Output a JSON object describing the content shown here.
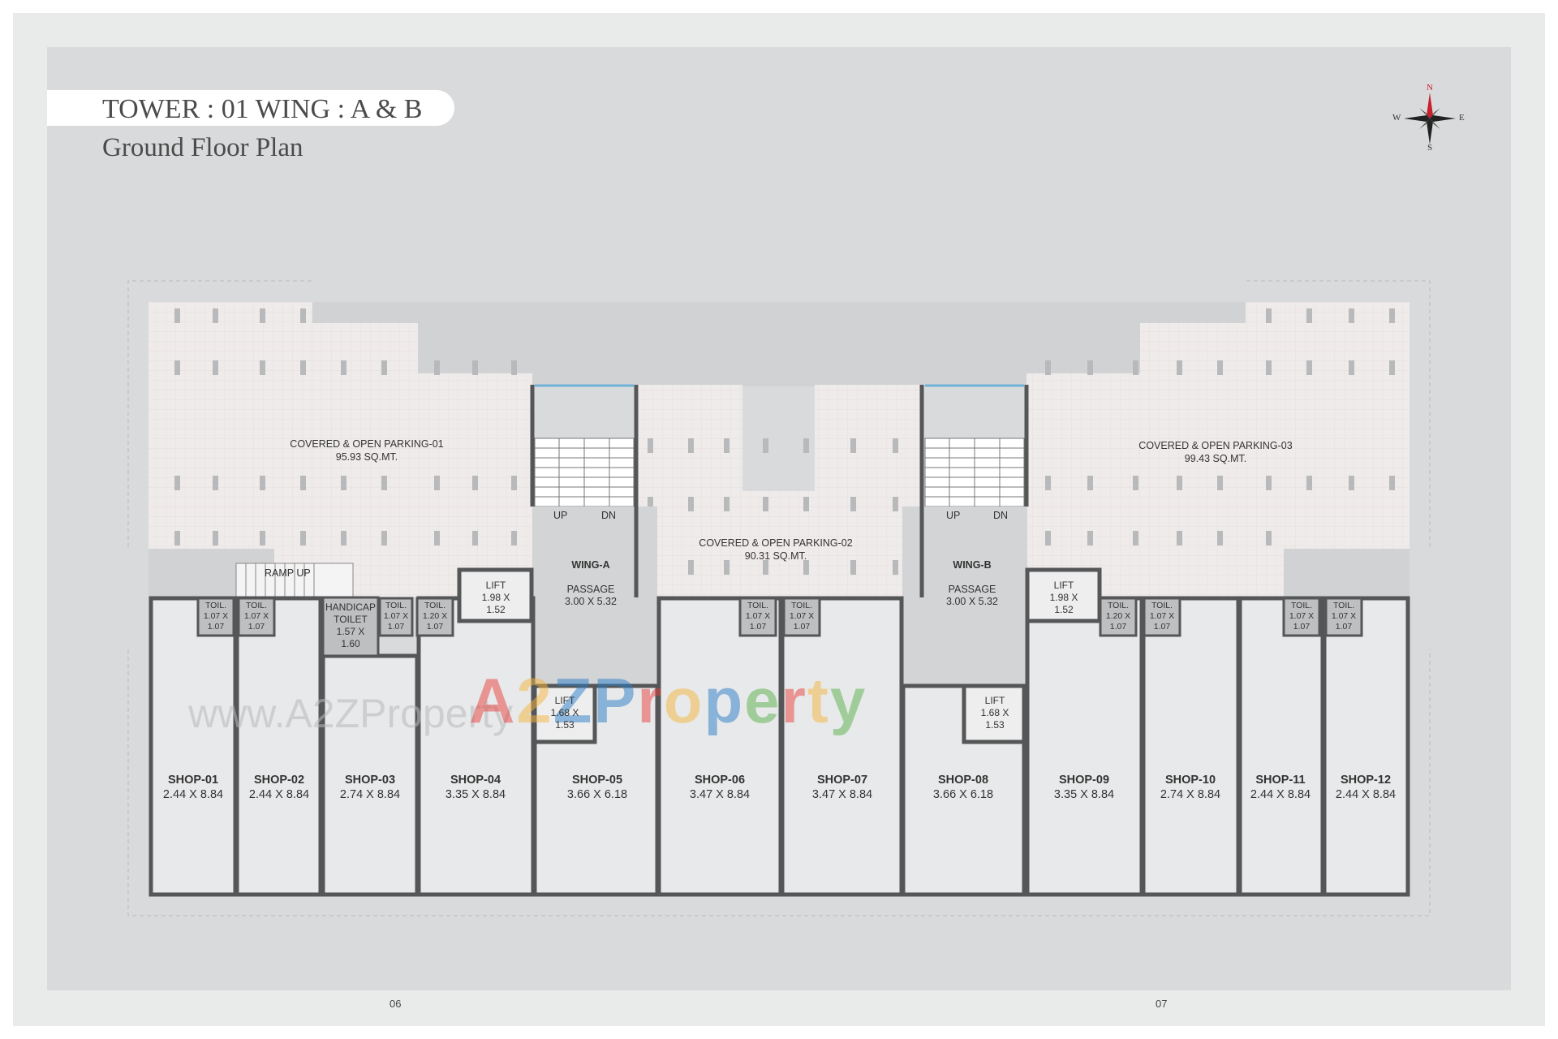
{
  "header": {
    "title": "TOWER : 01 WING : A & B",
    "subtitle": "Ground Floor Plan"
  },
  "compass": {
    "icon": "compass-rose-icon",
    "north": "N",
    "south": "S",
    "east": "E",
    "west": "W",
    "north_color": "#c8202f"
  },
  "parking": [
    {
      "name": "COVERED & OPEN PARKING-01",
      "area": "95.93 SQ.MT."
    },
    {
      "name": "COVERED & OPEN PARKING-02",
      "area": "90.31 SQ.MT."
    },
    {
      "name": "COVERED & OPEN PARKING-03",
      "area": "99.43 SQ.MT."
    }
  ],
  "wings": [
    {
      "name": "WING-A",
      "passage": "PASSAGE",
      "size": "3.00 X 5.32",
      "up": "UP",
      "down": "DN"
    },
    {
      "name": "WING-B",
      "passage": "PASSAGE",
      "size": "3.00 X 5.32",
      "up": "UP",
      "down": "DN"
    }
  ],
  "lifts": [
    {
      "label": "LIFT",
      "size_a": "1.98 X",
      "size_b": "1.52"
    },
    {
      "label": "LIFT",
      "size_a": "1.68 X",
      "size_b": "1.53"
    },
    {
      "label": "LIFT",
      "size_a": "1.98 X",
      "size_b": "1.52"
    },
    {
      "label": "LIFT",
      "size_a": "1.68 X",
      "size_b": "1.53"
    }
  ],
  "toilets": [
    {
      "label": "TOIL.",
      "a": "1.07 X",
      "b": "1.07"
    },
    {
      "label": "TOIL.",
      "a": "1.07 X",
      "b": "1.07"
    },
    {
      "label": "TOIL.",
      "a": "1.07 X",
      "b": "1.07"
    },
    {
      "label": "TOIL.",
      "a": "1.20 X",
      "b": "1.07"
    },
    {
      "label": "TOIL.",
      "a": "1.07 X",
      "b": "1.07"
    },
    {
      "label": "TOIL.",
      "a": "1.07 X",
      "b": "1.07"
    },
    {
      "label": "TOIL.",
      "a": "1.20 X",
      "b": "1.07"
    },
    {
      "label": "TOIL.",
      "a": "1.07 X",
      "b": "1.07"
    },
    {
      "label": "TOIL.",
      "a": "1.07 X",
      "b": "1.07"
    },
    {
      "label": "TOIL.",
      "a": "1.07 X",
      "b": "1.07"
    }
  ],
  "handicap_toilet": {
    "line1": "HANDICAP",
    "line2": "TOILET",
    "line3": "1.57 X",
    "line4": "1.60"
  },
  "ramp": "RAMP UP",
  "shops": [
    {
      "name": "SHOP-01",
      "size": "2.44 X 8.84"
    },
    {
      "name": "SHOP-02",
      "size": "2.44 X 8.84"
    },
    {
      "name": "SHOP-03",
      "size": "2.74 X 8.84"
    },
    {
      "name": "SHOP-04",
      "size": "3.35 X 8.84"
    },
    {
      "name": "SHOP-05",
      "size": "3.66 X 6.18"
    },
    {
      "name": "SHOP-06",
      "size": "3.47 X 8.84"
    },
    {
      "name": "SHOP-07",
      "size": "3.47 X 8.84"
    },
    {
      "name": "SHOP-08",
      "size": "3.66 X 6.18"
    },
    {
      "name": "SHOP-09",
      "size": "3.35 X 8.84"
    },
    {
      "name": "SHOP-10",
      "size": "2.74 X 8.84"
    },
    {
      "name": "SHOP-11",
      "size": "2.44 X 8.84"
    },
    {
      "name": "SHOP-12",
      "size": "2.44 X 8.84"
    }
  ],
  "grid_refs": [
    "06",
    "07"
  ],
  "watermark": {
    "url": "www.A2ZProperty",
    "logo": [
      "A",
      "2",
      "Z",
      "P",
      "r",
      "o",
      "p",
      "e",
      "r",
      "t",
      "y"
    ],
    "logo_colors": [
      "#e8413c",
      "#f4b63f",
      "#2d7dc8",
      "#2d7dc8",
      "#e8413c",
      "#f4b63f",
      "#2d7dc8",
      "#5bb04a",
      "#e8413c",
      "#f4b63f",
      "#5bb04a"
    ]
  },
  "colors": {
    "parking_fill": "#eeeaea",
    "room_fill": "#e8e9ea",
    "wall": "#555657",
    "circulation": "#d3d4d5",
    "window": "#6fb2d8"
  }
}
